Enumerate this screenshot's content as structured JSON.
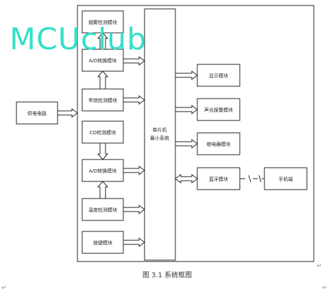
{
  "figure": {
    "caption": "图 3.1 系统框图",
    "watermark": "MCUclub"
  },
  "modules": {
    "smoke_detect": "烟雾检测模块",
    "ad_convert_1": "A/D转换模块",
    "methane_detect": "甲烷检测模块",
    "co_detect": "CO检测模块",
    "ad_convert_2": "A/D转换模块",
    "temp_detect": "温度检测模块",
    "keypad": "按键模块",
    "power_supply": "供电电路",
    "mcu_line1": "单片机",
    "mcu_line2": "最小系统",
    "display": "显示模块",
    "alarm": "声光报警模块",
    "relay": "继电器模块",
    "bluetooth": "蓝牙模块",
    "phone": "手机端"
  },
  "marks": {
    "return_mark": "↵"
  }
}
